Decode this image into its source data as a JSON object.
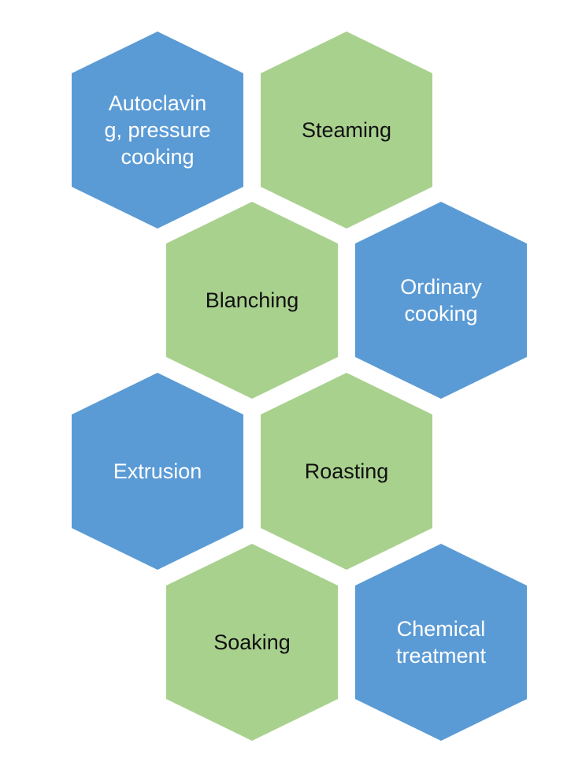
{
  "colors": {
    "blue": "#5b9bd5",
    "green": "#a9d18e",
    "blue_text": "#ffffff",
    "green_text": "#111111"
  },
  "hexagons": [
    {
      "id": "autoclaving",
      "label": "Autoclavin\ng, pressure\ncooking",
      "fill": "blue"
    },
    {
      "id": "steaming",
      "label": "Steaming",
      "fill": "green"
    },
    {
      "id": "blanching",
      "label": "Blanching",
      "fill": "green"
    },
    {
      "id": "ordinary-cooking",
      "label": "Ordinary\ncooking",
      "fill": "blue"
    },
    {
      "id": "extrusion",
      "label": "Extrusion",
      "fill": "blue"
    },
    {
      "id": "roasting",
      "label": "Roasting",
      "fill": "green"
    },
    {
      "id": "soaking",
      "label": "Soaking",
      "fill": "green"
    },
    {
      "id": "chemical-treatment",
      "label": "Chemical\ntreatment",
      "fill": "blue"
    }
  ]
}
